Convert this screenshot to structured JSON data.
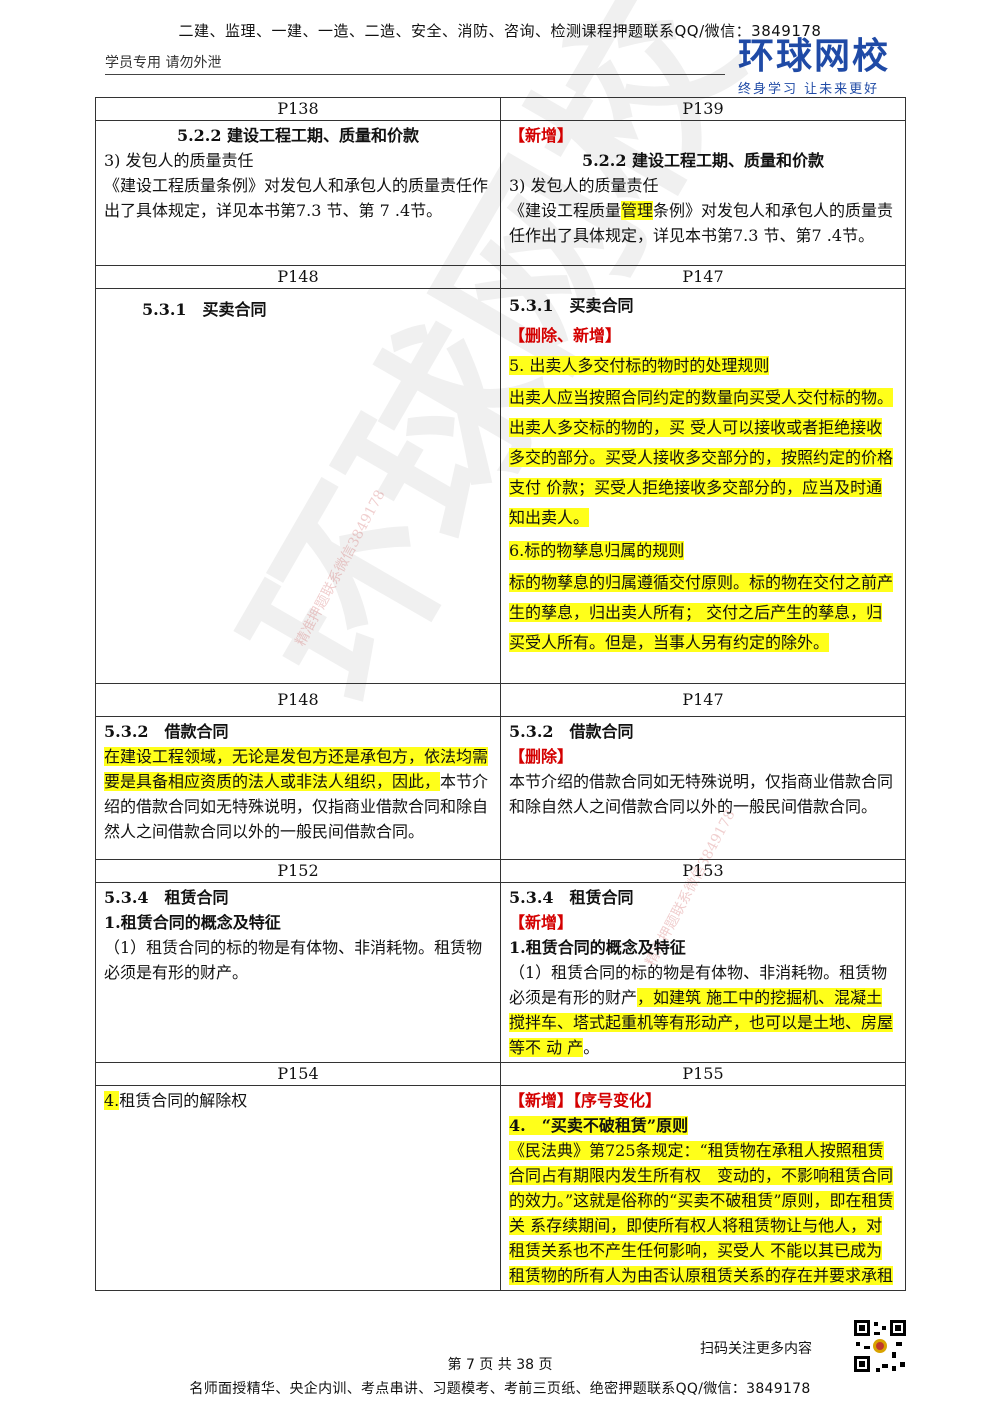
{
  "header": {
    "top_line": "二建、监理、一建、一造、二造、安全、消防、咨询、检测课程押题联系QQ/微信：3849178",
    "sub_line": "学员专用 请勿外泄",
    "logo_text": "环球网校",
    "logo_slogan": "终身学习 让未来更好"
  },
  "watermarks": {
    "text1": "精准押题联系微信3849178",
    "text2": "精准押题联系微信3849178"
  },
  "rows": [
    {
      "left_page": "P138",
      "right_page": "P139",
      "left": {
        "heading": "5.2.2 建设工程工期、质量和价款",
        "item": "3) 发包人的质量责任",
        "text": "《建设工程质量条例》对发包人和承包人的质量责任作出了具体规定，详见本书第7.3 节、第 7 .4节。"
      },
      "right": {
        "tag": "【新增】",
        "heading": "5.2.2 建设工程工期、质量和价款",
        "item": "3) 发包人的质量责任",
        "text_a": "《建设工程质量",
        "text_hl": "管理",
        "text_b": "条例》对发包人和承包人的质量责任作出了具体规定，详见本书第7.3 节、第7 .4节。"
      }
    },
    {
      "left_page": "P148",
      "right_page": "P147",
      "left": {
        "heading": "5.3.1　买卖合同"
      },
      "right": {
        "heading": "5.3.1　买卖合同",
        "tag": "【删除、新增】",
        "p1": "5. 出卖人多交付标的物时的处理规则",
        "p2": "出卖人应当按照合同约定的数量向买受人交付标的物。出卖人多交标的物的，买 受人可以接收或者拒绝接收多交的部分。买受人接收多交部分的，按照约定的价格支付 价款；买受人拒绝接收多交部分的，应当及时通知出卖人。",
        "p3": "6.标的物孳息归属的规则",
        "p4": "标的物孳息的归属遵循交付原则。标的物在交付之前产生的孳息，归出卖人所有； 交付之后产生的孳息，归买受人所有。但是，当事人另有约定的除外。"
      }
    },
    {
      "left_page": "P148",
      "right_page": "P147",
      "left": {
        "heading": "5.3.2　借款合同",
        "text_hl": "在建设工程领域，无论是发包方还是承包方，依法均需要是具备相应资质的法人或非法人组织，因此，",
        "text_b": "本节介绍的借款合同如无特殊说明，仅指商业借款合同和除自然人之间借款合同以外的一般民间借款合同。"
      },
      "right": {
        "heading": "5.3.2　借款合同",
        "tag": "【删除】",
        "text": "本节介绍的借款合同如无特殊说明，仅指商业借款合同和除自然人之间借款合同以外的一般民间借款合同。"
      }
    },
    {
      "left_page": "P152",
      "right_page": "P153",
      "left": {
        "heading": "5.3.4　租赁合同",
        "subheading": "1.租赁合同的概念及特征",
        "text": "（1）租赁合同的标的物是有体物、非消耗物。租赁物必须是有形的财产。"
      },
      "right": {
        "heading": "5.3.4　租赁合同",
        "tag": "【新增】",
        "subheading": "1.租赁合同的概念及特征",
        "text_a": "（1）租赁合同的标的物是有体物、非消耗物。租赁物必须是有形的财产",
        "text_hl": "，如建筑 施工中的挖掘机、混凝土搅拌车、塔式起重机等有形动产，也可以是土地、房屋等不 动 产",
        "text_b": "。"
      }
    },
    {
      "left_page": "P154",
      "right_page": "P155",
      "left": {
        "num_hl": "4.",
        "text": "租赁合同的解除权"
      },
      "right": {
        "tag": "【新增】【序号变化】",
        "heading": "4.　“买卖不破租赁”原则",
        "text": "《民法典》第725条规定：“租赁物在承租人按照租赁合同占有期限内发生所有权　变动的，不影响租赁合同的效力。”这就是俗称的“买卖不破租赁”原则，即在租赁关 系存续期间，即使所有权人将租赁物让与他人，对租赁关系也不产生任何影响，买受人 不能以其已成为租赁物的所有人为由否认原租赁关系的存在并要求承租"
      }
    }
  ],
  "footer": {
    "scan_text": "扫码关注更多内容",
    "page_text": "第 7 页 共 38 页",
    "bottom_line": "名师面授精华、央企内训、考点串讲、习题模考、考前三页纸、绝密押题联系QQ/微信：3849178"
  }
}
